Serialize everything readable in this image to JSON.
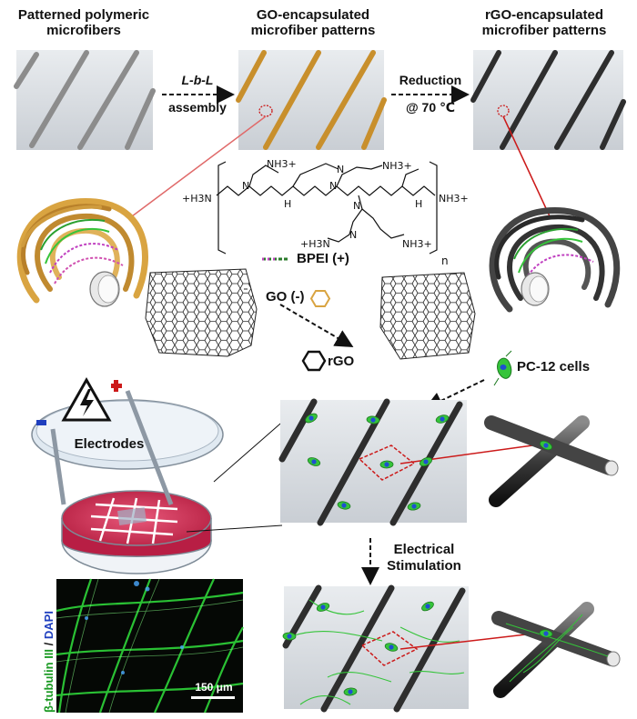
{
  "labels": {
    "step1_title": "Patterned polymeric microfibers",
    "step2_title": "GO-encapsulated microfiber patterns",
    "step3_title": "rGO-encapsulated microfiber patterns",
    "arrow1_top": "L-b-L",
    "arrow1_bottom": "assembly",
    "arrow2_top": "Reduction",
    "arrow2_bottom": "@ 70 ℃",
    "bpei": "BPEI (+)",
    "go": "GO (-)",
    "rgo": "rGO",
    "pc12": "PC-12 cells",
    "electrodes": "Electrodes",
    "stimulation_line1": "Electrical",
    "stimulation_line2": "Stimulation",
    "stain_green": "β-tubulin III",
    "stain_sep": " / ",
    "stain_blue": "DAPI",
    "scale_bar": "150 μm",
    "bpei_subscript": "n",
    "plus": "+",
    "minus": "–"
  },
  "bpei_groups": {
    "g1": "+H3N",
    "g2": "NH3+",
    "g3": "NH3+",
    "g4": "NH3+",
    "g5": "+H3N",
    "g6": "NH3+",
    "n1": "N",
    "n2": "N",
    "n3": "N",
    "n4": "N",
    "n5": "N",
    "h1": "H",
    "h2": "H"
  },
  "colors": {
    "go_fiber": "#d9a441",
    "rgo_fiber": "#3a3a3a",
    "plain_fiber": "#9a9a9a",
    "cell_green": "#35c43a",
    "dish_red": "#c8324f",
    "accent_red": "#cc1a1a"
  }
}
